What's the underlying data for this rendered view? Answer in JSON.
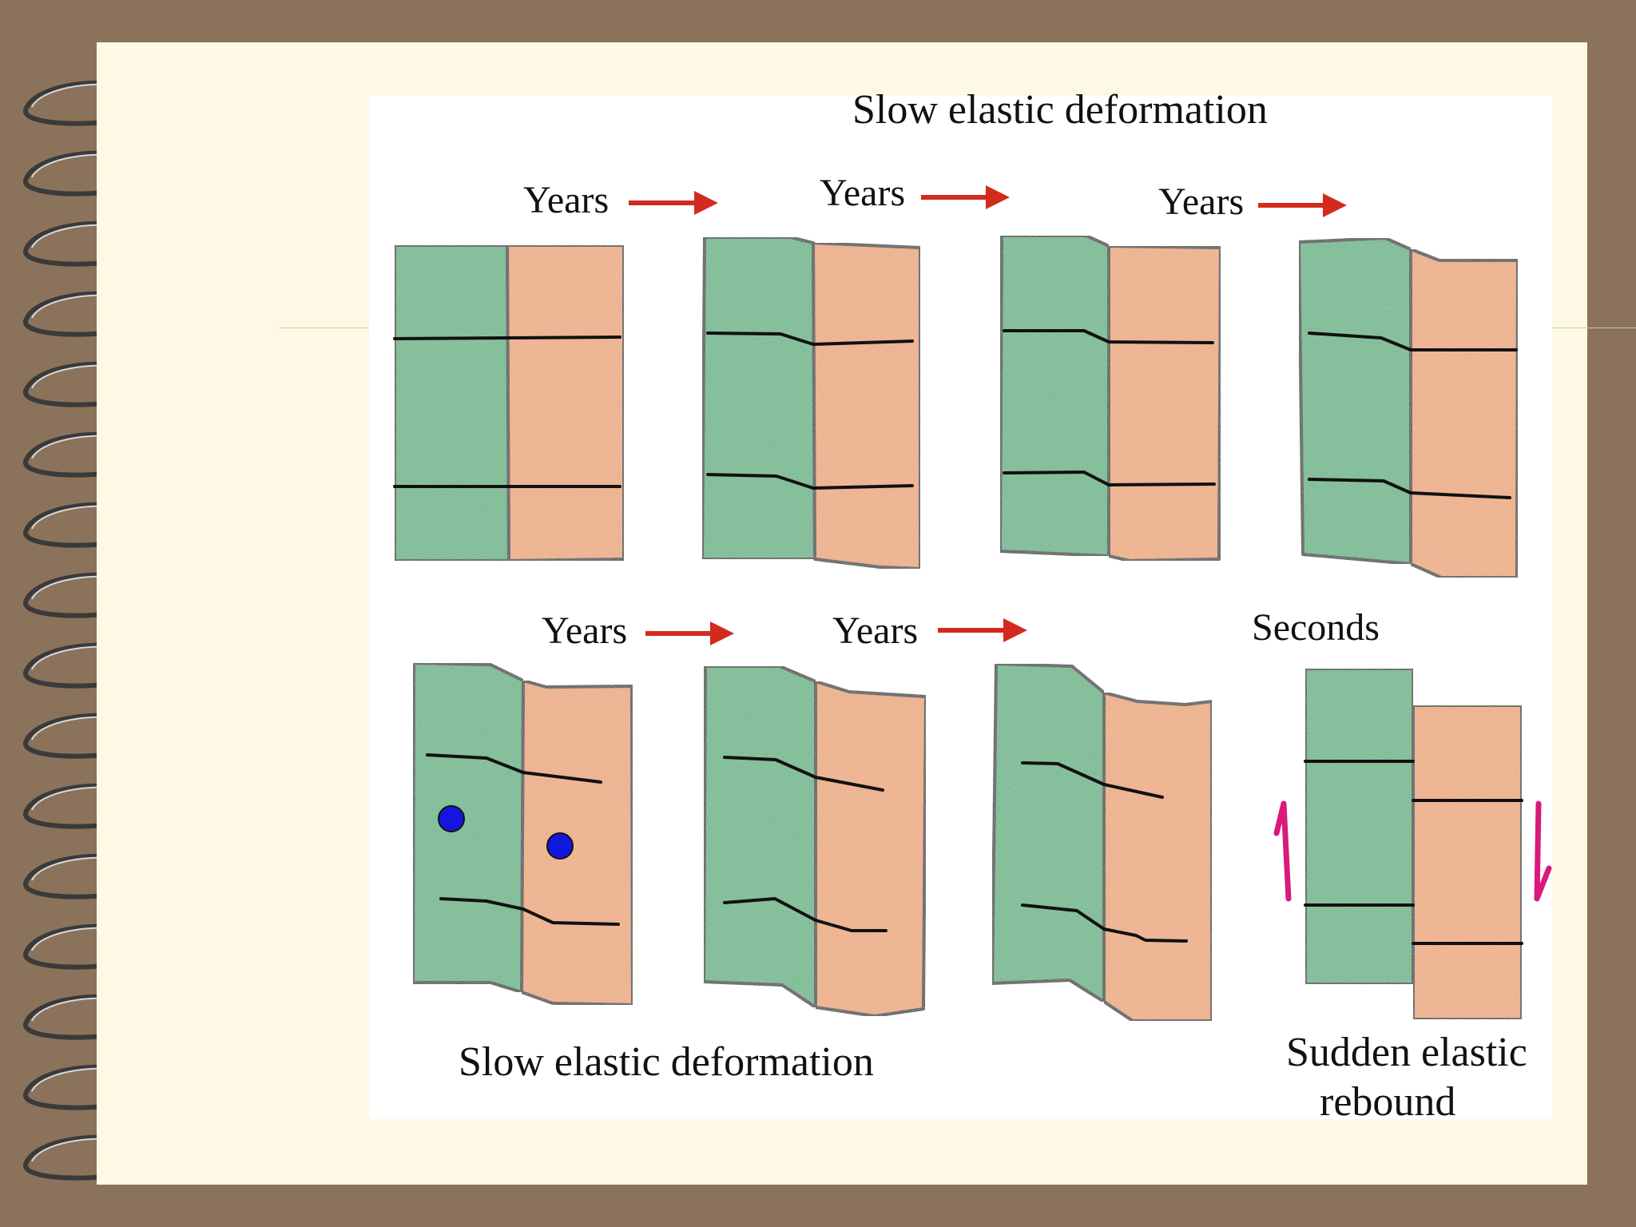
{
  "diagram": {
    "title": "Slow elastic deformation",
    "bottom_caption": "Slow elastic deformation",
    "rebound_caption_line1": "Sudden elastic",
    "rebound_caption_line2": "rebound",
    "time_labels": [
      "Years",
      "Years",
      "Years",
      "Years",
      "Years",
      "Seconds"
    ],
    "colors": {
      "green_block": "#4fae78",
      "orange_block": "#eaa06c",
      "arrow_red": "#d42a1e",
      "motion_arrow_magenta": "#d91a7c",
      "marker_blue": "#1515e0",
      "page_background": "#fdf9e4",
      "frame": "#8a735a"
    },
    "icons": [
      "right-arrow-icon",
      "up-arrow-icon",
      "down-arrow-icon",
      "spiral-binding-icon"
    ]
  }
}
